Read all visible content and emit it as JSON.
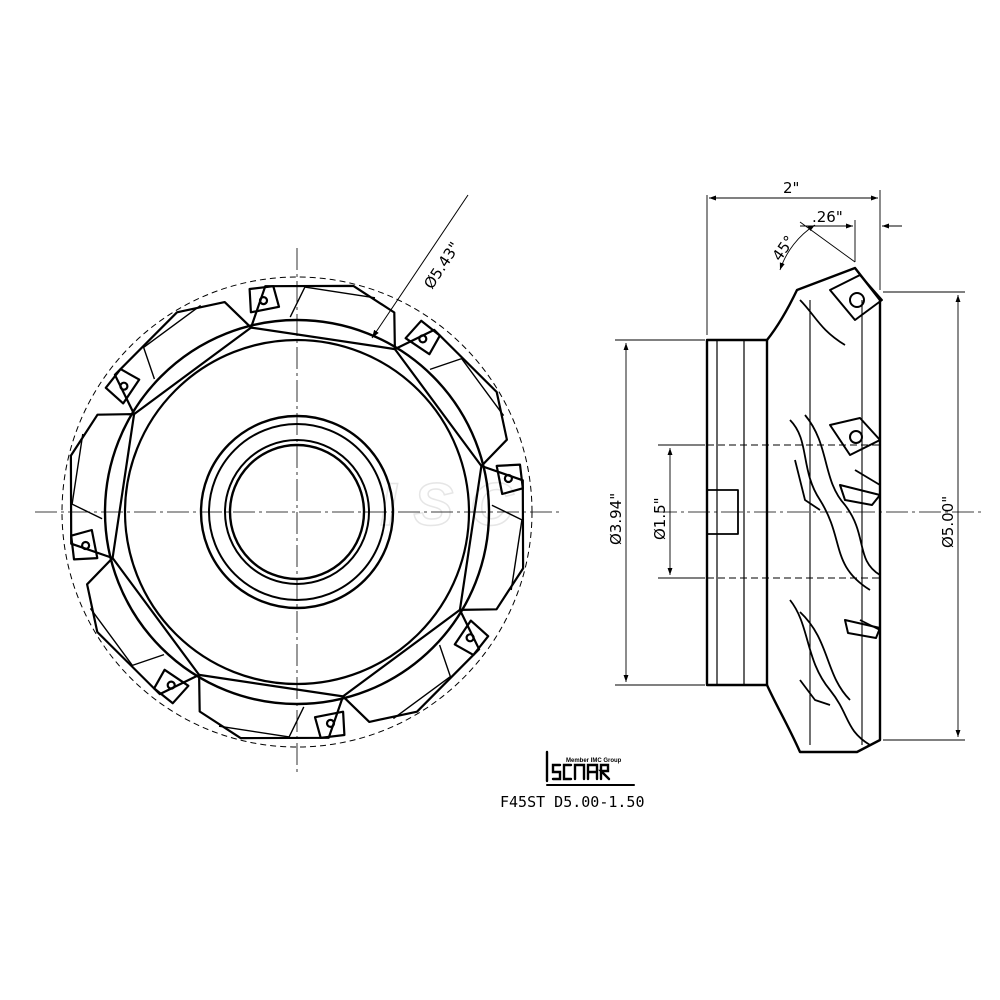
{
  "front_view": {
    "outer_diameter_label": "Ø5.43\""
  },
  "side_view": {
    "width_label": "2\"",
    "chamfer_label": ".26\"",
    "angle_label": "45°",
    "body_diameter_label": "Ø3.94\"",
    "bore_diameter_label": "Ø1.5\"",
    "cutting_diameter_label": "Ø5.00\""
  },
  "logo": {
    "tagline": "Member IMC Group"
  },
  "part_number": "F45ST D5.00-1.50"
}
